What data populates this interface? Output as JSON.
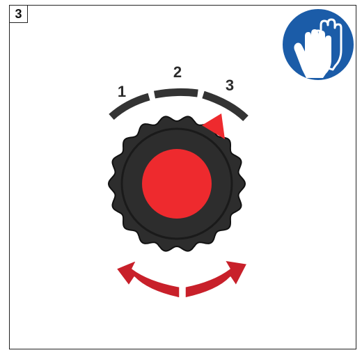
{
  "step_number": "3",
  "scale": {
    "labels": [
      "1",
      "2",
      "3"
    ],
    "selected": "3"
  },
  "icons": {
    "safety_sign": "gloves-icon",
    "knob": "rotary-knob-icon",
    "rotation": "rotate-both-directions-icon"
  },
  "colors": {
    "sign_blue": "#1b5ca8",
    "knob_red": "#ee2a2e",
    "knob_body": "#2d2d2d",
    "arrow_red": "#c8202a",
    "scale_dark": "#333333"
  }
}
